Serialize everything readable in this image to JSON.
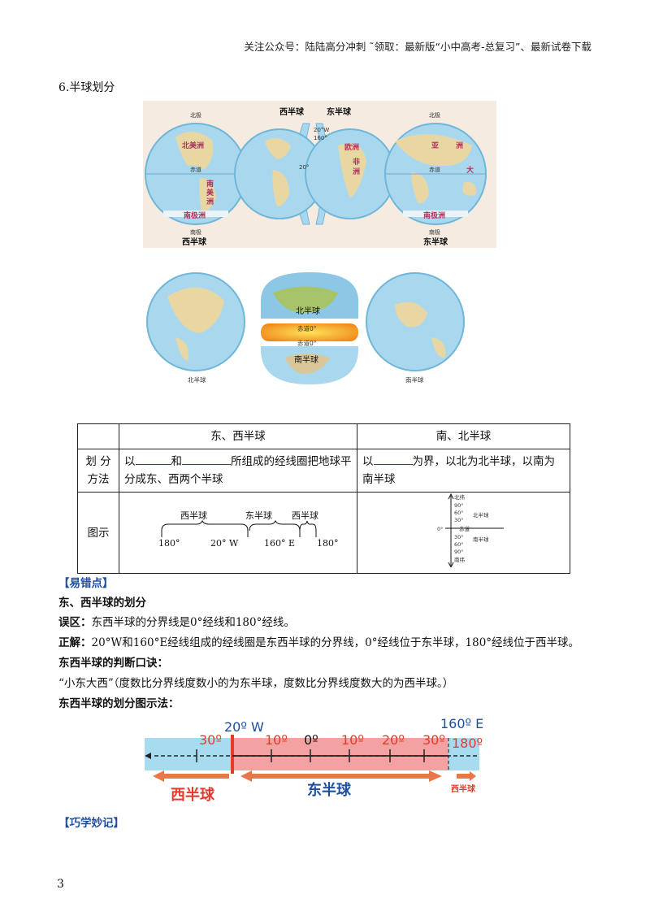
{
  "header": {
    "text": "关注公众号：陆陆高分冲刺  ˜领取：最新版“小中高考-总复习”、最新试卷下载"
  },
  "section_title": "6.半球划分",
  "figure1": {
    "labels": {
      "west_top": "西半球",
      "east_top": "东半球",
      "north_pole": "北极",
      "south_pole": "南极",
      "equator": "赤道",
      "west_bottom": "西半球",
      "east_bottom": "东半球",
      "na": "北美洲",
      "sa_a": "南",
      "sa_b": "美",
      "sa_c": "洲",
      "ant": "南极洲",
      "af": "非",
      "af2": "洲",
      "asia": "亚",
      "asia2": "洲",
      "eur": "欧洲",
      "aus": "大",
      "m20": "20°",
      "m160": "160°",
      "m20w": "20°W"
    }
  },
  "figure2": {
    "labels": {
      "north_hemi": "北半球",
      "south_hemi": "南半球",
      "eq1": "赤道0°",
      "eq2": "赤道0°",
      "left_cap": "北半球",
      "right_cap": "南半球"
    }
  },
  "table": {
    "col1": "东、西半球",
    "col2": "南、北半球",
    "row1_label": "划 分 方法",
    "row1_c1_a": "以",
    "row1_c1_b": "和",
    "row1_c1_c": "所组成的经线圈把地球平分成东、西两个半球",
    "row1_c2_a": "以",
    "row1_c2_b": "为界，以北为北半球，以南为南半球",
    "row2_label": "图示",
    "diag_ew": {
      "west": "西半球",
      "east": "东半球",
      "west2": "西半球",
      "t180a": "180°",
      "t20w": "20° W",
      "t160e": "160° E",
      "t180b": "180°"
    },
    "diag_ns": {
      "top": "北纬",
      "d90a": "90°",
      "d60a": "60°",
      "d30a": "30°",
      "zero": "0°",
      "eq": "赤道",
      "d30b": "30°",
      "d60b": "60°",
      "d90b": "90°",
      "bottom": "南纬",
      "north": "北半球",
      "south": "南半球"
    }
  },
  "notes": {
    "tag1": "【易错点】",
    "h1": "东、西半球的划分",
    "wrong_label": "误区：",
    "wrong_text": "东西半球的分界线是0°经线和180°经线。",
    "right_label": "正解：",
    "right_text": "20°W和160°E经线组成的经线圈是东西半球的分界线，0°经线位于东半球，180°经线位于西半球。",
    "h2": "东西半球的判断口诀：",
    "rhyme": "“小东大西”（度数比分界线度数小的为东半球，度数比分界线度数大的为西半球。）",
    "h3": "东西半球的划分图示法：",
    "tag2": "【巧学妙记】"
  },
  "scale": {
    "t20w": "20º W",
    "t160e": "160º E",
    "t30a": "30º",
    "t10a": "10º",
    "t0": "0º",
    "t10b": "10º",
    "t20b": "20º",
    "t30b": "30º",
    "t180": "180º",
    "west": "西半球",
    "east": "东半球",
    "west_small": "西半球"
  },
  "page_number": "3"
}
